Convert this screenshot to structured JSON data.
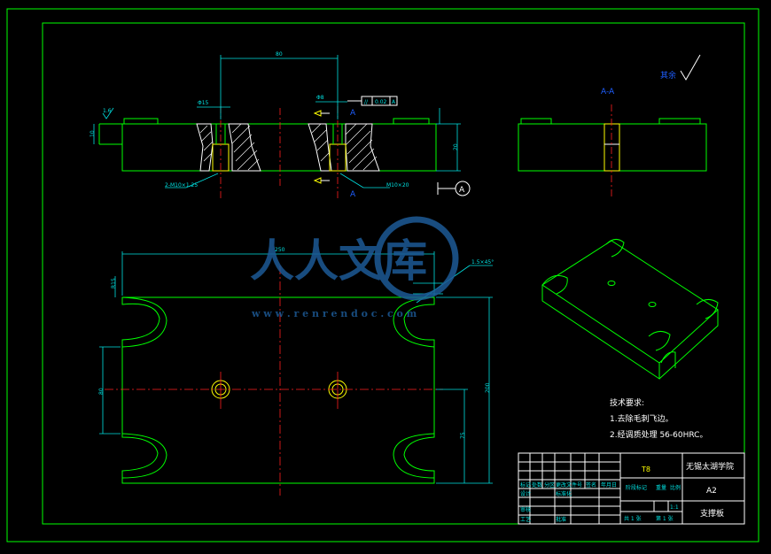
{
  "dims": {
    "top_width": "80",
    "left_bore": "Φ15",
    "right_bore": "Φ8",
    "height": "20",
    "left_height": "10",
    "screw_left": "2-M10×1.25",
    "screw_right": "M10×20",
    "plan_width": "250",
    "radius": "R15",
    "chamfer": "1.5×45°",
    "left_vertical": "80",
    "plan_height": "200",
    "hole_spacing": "75",
    "surface_rough": "1.6"
  },
  "tolerance": {
    "symbol": "//",
    "value": "0.02",
    "datum": "A"
  },
  "section_label": "A-A",
  "section_mark": "A",
  "datum_label": "A",
  "roughness_label": "其余",
  "tech_req": {
    "title": "技术要求:",
    "items": [
      "1.去除毛刺飞边。",
      "2.经调质处理 56-60HRC。"
    ]
  },
  "title_block": {
    "material": "T8",
    "school": "无锡太湖学院",
    "sheet": "A2",
    "part_name": "支撑板",
    "scale": "1:1",
    "sheets_total": "共 1 张",
    "sheet_no": "第 1 张",
    "labels": {
      "mark": "标记",
      "count": "处数",
      "zone": "分区",
      "change_doc": "更改文件号",
      "signature": "签名",
      "date": "年月日",
      "designer": "设计",
      "standardize": "标准化",
      "stage_mark": "阶段标记",
      "weight": "重量",
      "ratio": "比例",
      "review": "审核",
      "process": "工艺",
      "approve": "批准"
    }
  },
  "watermark": {
    "brand": "人人文库",
    "url": "w w w . r e n r e n d o c . c o m"
  }
}
